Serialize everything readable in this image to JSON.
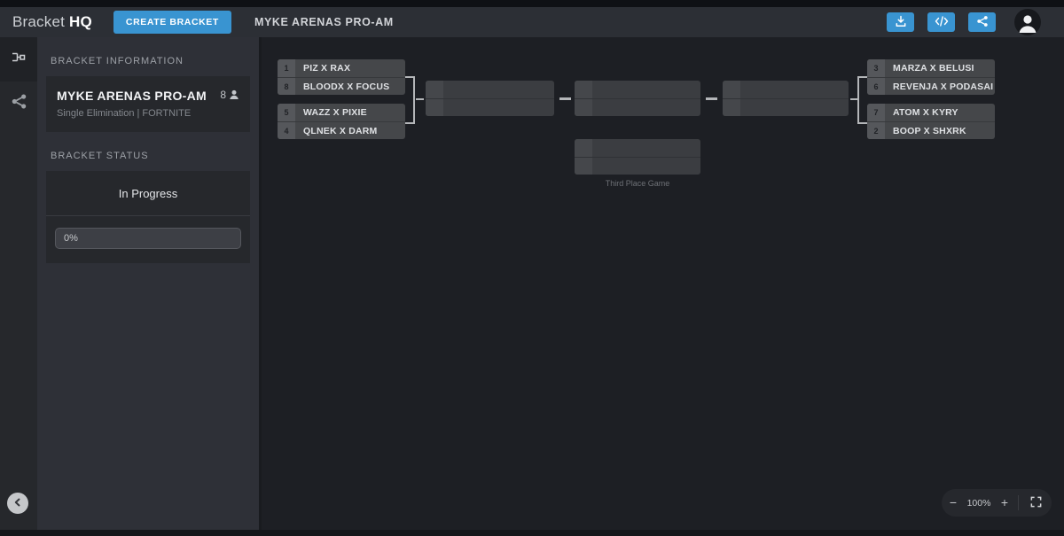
{
  "nav": {
    "brand_regular": "Bracket",
    "brand_bold": "HQ",
    "create_button_label": "CREATE BRACKET",
    "bracket_title": "MYKE ARENAS PRO-AM"
  },
  "panel": {
    "info_header": "BRACKET INFORMATION",
    "bracket_name": "MYKE ARENAS PRO-AM",
    "bracket_meta": "Single Elimination | FORTNITE",
    "participant_count": "8",
    "status_header": "BRACKET STATUS",
    "status_text": "In Progress",
    "progress_label": "0%"
  },
  "bracket": {
    "matches_left": [
      {
        "top": {
          "seed": "1",
          "team": "PIZ X RAX"
        },
        "bottom": {
          "seed": "8",
          "team": "BLOODX X FOCUS"
        }
      },
      {
        "top": {
          "seed": "5",
          "team": "WAZZ X PIXIE"
        },
        "bottom": {
          "seed": "4",
          "team": "QLNEK X DARM"
        }
      }
    ],
    "matches_right": [
      {
        "top": {
          "seed": "3",
          "team": "MARZA X BELUSI"
        },
        "bottom": {
          "seed": "6",
          "team": "REVENJA X PODASAI"
        }
      },
      {
        "top": {
          "seed": "7",
          "team": "ATOM X KYRY"
        },
        "bottom": {
          "seed": "2",
          "team": "BOOP X SHXRK"
        }
      }
    ],
    "third_place_label": "Third Place Game"
  },
  "controls": {
    "zoom_out": "−",
    "zoom_level": "100%",
    "zoom_in": "+"
  },
  "colors": {
    "accent_blue": "#3994d1",
    "navbar_bg": "#2c2f35",
    "panel_bg": "#2e3037",
    "card_bg": "#26282c",
    "canvas_bg": "#1d1f24",
    "team_row_bg": "#45474a",
    "seed_bg": "#55575b"
  }
}
